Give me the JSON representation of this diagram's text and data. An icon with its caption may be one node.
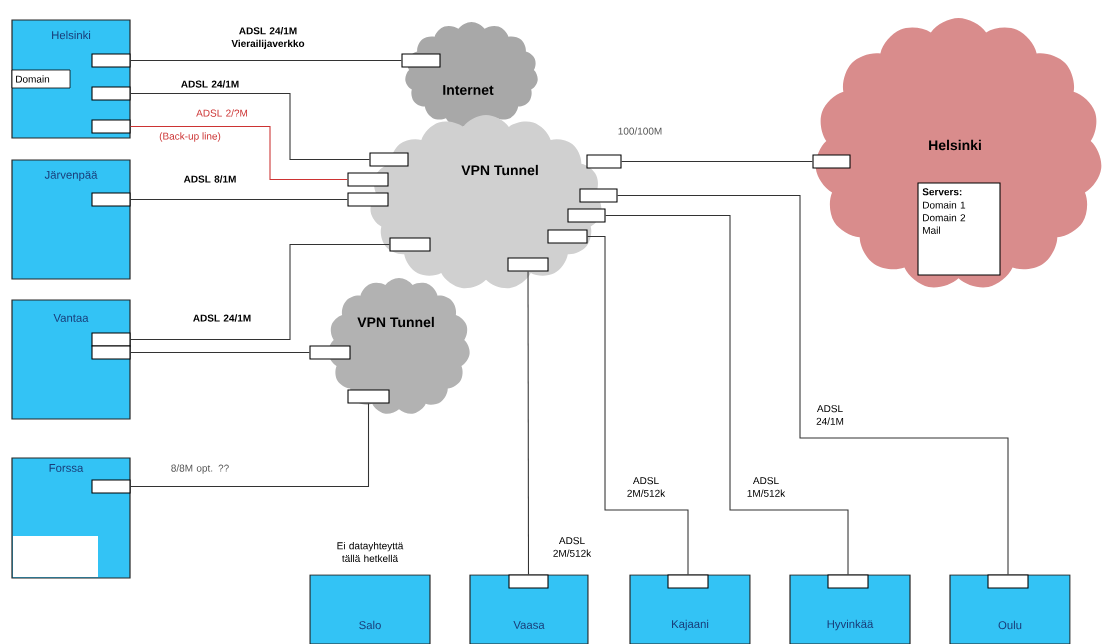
{
  "diagram": {
    "nodes": [
      {
        "text": [
          "Helsinki"
        ]
      },
      {
        "text": [
          "Domain"
        ],
        "in": 0
      },
      {
        "text": [],
        "shape": "box",
        "in": 0
      },
      {
        "text": [],
        "shape": "box",
        "in": 0
      },
      {
        "text": [],
        "shape": "box",
        "in": 0
      },
      {
        "text": [
          "Järvenpää"
        ]
      },
      {
        "text": [],
        "shape": "box",
        "in": 5
      },
      {
        "text": [
          "Vantaa"
        ]
      },
      {
        "text": [],
        "shape": "box",
        "in": 7
      },
      {
        "text": [],
        "shape": "box",
        "in": 7
      },
      {
        "text": [
          "Forssa"
        ]
      },
      {
        "text": [],
        "shape": "box",
        "in": 10
      },
      {
        "text": [
          "Internet"
        ]
      },
      {
        "text": [
          "VPN Tunnel"
        ]
      },
      {
        "text": [
          "VPN Tunnel"
        ]
      },
      {
        "text": [
          "Helsinki"
        ]
      },
      {
        "text": [
          "Servers:",
          "Domain 1 Domain 2 Mail"
        ],
        "in": 15
      },
      {
        "text": [],
        "shape": "box",
        "in": 12
      },
      {
        "text": [],
        "shape": "box"
      },
      {
        "text": [],
        "shape": "box"
      },
      {
        "text": [],
        "shape": "box"
      },
      {
        "text": [],
        "shape": "box",
        "in": 13
      },
      {
        "text": [],
        "shape": "box"
      },
      {
        "text": [],
        "shape": "box"
      },
      {
        "text": [],
        "shape": "box",
        "in": 13
      },
      {
        "text": [],
        "shape": "box",
        "in": 13
      },
      {
        "text": [],
        "shape": "box",
        "in": 13
      },
      {
        "text": [],
        "shape": "box"
      },
      {
        "text": [],
        "shape": "box",
        "in": 14
      },
      {
        "text": [],
        "shape": "box",
        "in": 15
      },
      {
        "text": [
          "Salo"
        ],
        "beside": [
          "Ei datayhteyttä tällä hetkellä"
        ]
      },
      {
        "text": [
          "Vaasa"
        ]
      },
      {
        "text": [],
        "shape": "box",
        "in": 31
      },
      {
        "text": [
          "Kajaani"
        ]
      },
      {
        "text": [],
        "shape": "box",
        "in": 33
      },
      {
        "text": [
          "Hyvinkää"
        ]
      },
      {
        "text": [],
        "shape": "box",
        "in": 35
      },
      {
        "text": [
          "Oulu"
        ]
      },
      {
        "text": [],
        "shape": "box",
        "in": 37
      }
    ],
    "edges": [
      {
        "from": 2,
        "to": 17,
        "arrow": "none",
        "label": "ADSL 24/1M Vierailijaverkko"
      },
      {
        "from": 3,
        "to": 18,
        "arrow": "none",
        "label": "ADSL 24/1M"
      },
      {
        "from": 4,
        "to": 19,
        "arrow": "none",
        "label": "ADSL 2/?M",
        "color": "#cc3333"
      },
      {
        "from": 6,
        "to": 20,
        "arrow": "none",
        "label": "ADSL 8/1M"
      },
      {
        "from": 8,
        "to": 21,
        "arrow": "none",
        "label": "ADSL 24/1M"
      },
      {
        "from": 9,
        "to": 27,
        "arrow": "none"
      },
      {
        "from": 11,
        "to": 28,
        "arrow": "none",
        "label": "8/8M opt. ??"
      },
      {
        "from": 22,
        "to": 29,
        "arrow": "none",
        "label": "100/100M"
      },
      {
        "from": 23,
        "to": 38,
        "arrow": "none",
        "label": "ADSL 24/1M"
      },
      {
        "from": 24,
        "to": 36,
        "arrow": "none",
        "label": "ADSL 1M/512k"
      },
      {
        "from": 25,
        "to": 34,
        "arrow": "none",
        "label": "ADSL 2M/512k"
      },
      {
        "from": 26,
        "to": 32,
        "arrow": "none",
        "label": "ADSL 2M/512k"
      }
    ],
    "labels": [
      "(Back-up line)"
    ]
  }
}
